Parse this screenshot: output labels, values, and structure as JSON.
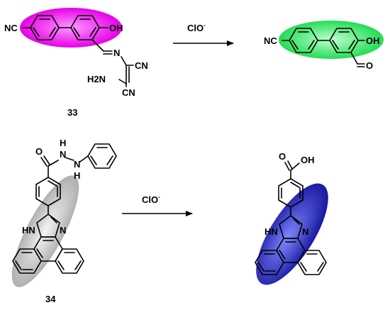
{
  "reaction_1": {
    "compound_label": "33",
    "reagent": "ClO",
    "reagent_charge": "-",
    "reactant_atoms": {
      "cn_left": "NC",
      "oh": "OH",
      "n_imine": "N",
      "h2n": "H2N",
      "cn_1": "CN",
      "cn_2": "CN"
    },
    "product_atoms": {
      "cn_left": "NC",
      "oh": "OH",
      "o_ald": "O"
    },
    "reactant_highlight_color": "#e600e6",
    "product_highlight_color": "#22dd55"
  },
  "reaction_2": {
    "compound_label": "34",
    "reagent": "ClO",
    "reagent_charge": "-",
    "reactant_atoms": {
      "o": "O",
      "nh_1": "N",
      "h_1": "H",
      "nh_2": "N",
      "h_2": "H",
      "hn": "HN",
      "n": "N"
    },
    "product_atoms": {
      "o": "O",
      "oh": "OH",
      "hn": "HN",
      "n": "N"
    },
    "reactant_highlight_color": "#b0b0b0",
    "product_highlight_color": "#1a1aa0"
  }
}
